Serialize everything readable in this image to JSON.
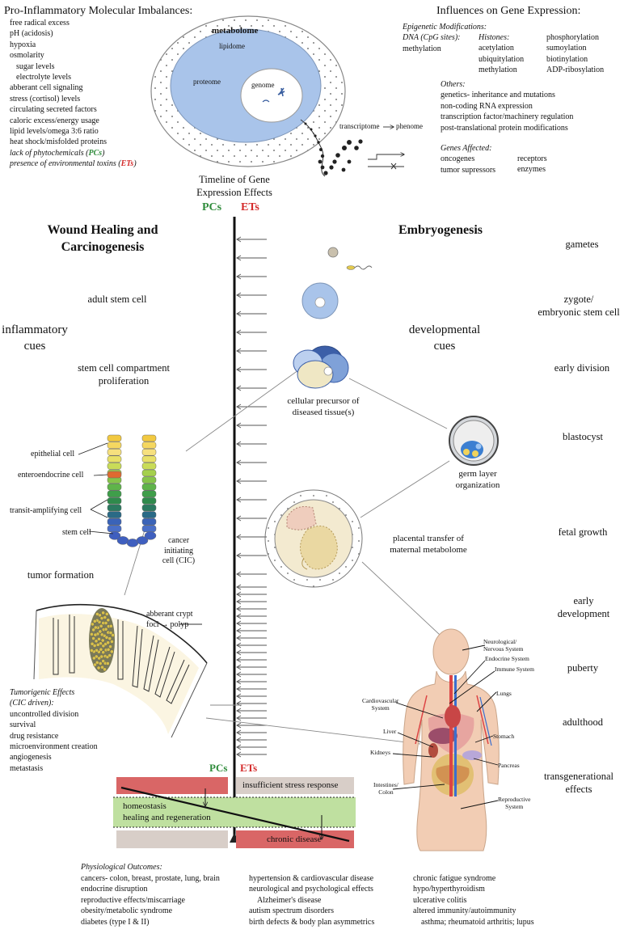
{
  "pro_inflammatory": {
    "title": "Pro-Inflammatory Molecular Imbalances:",
    "items": [
      "free radical excess",
      "pH (acidosis)",
      "hypoxia",
      "osmolarity",
      "sugar levels",
      "electrolyte levels",
      "abberant cell signaling",
      "stress (cortisol) levels",
      "circulating secreted factors",
      "caloric excess/energy usage",
      "lipid levels/omega 3:6 ratio",
      "heat shock/misfolded proteins"
    ],
    "pc_line_pre": "lack of phytochemicals (",
    "pc_abbr": "PCs",
    "pc_line_post": ")",
    "et_line_pre": "presence of environmental toxins (",
    "et_abbr": "ETs",
    "et_line_post": ")"
  },
  "metabolome": {
    "metabolome": "metabolome",
    "lipidome": "lipidome",
    "proteome": "proteome",
    "genome": "genome",
    "transcriptome": "transcriptome",
    "phenome": "phenome"
  },
  "gene_expression": {
    "title": "Influences on Gene Expression:",
    "epigenetic_title": "Epigenetic Modifications:",
    "dna_label": "DNA (CpG sites):",
    "dna_item": "methylation",
    "histones_label": "Histones:",
    "histones_items": [
      "acetylation",
      "ubiquitylation",
      "methylation"
    ],
    "histones_items_right": [
      "phosphorylation",
      "sumoylation",
      "biotinylation",
      "ADP-ribosylation"
    ],
    "others_title": "Others:",
    "others_items": [
      "genetics- inheritance and mutations",
      "non-coding RNA expression",
      "transcription factor/machinery regulation",
      "post-translational protein modifications"
    ],
    "genes_title": "Genes Affected:",
    "genes_items": [
      "oncogenes",
      "tumor supressors"
    ],
    "genes_items_right": [
      "receptors",
      "enzymes"
    ]
  },
  "timeline": {
    "title_line1": "Timeline of Gene",
    "title_line2": "Expression Effects",
    "pcs": "PCs",
    "ets": "ETs"
  },
  "left": {
    "heading_line1": "Wound Healing and",
    "heading_line2": "Carcinogenesis",
    "adult_stem_cell": "adult stem cell",
    "inflammatory_cues_1": "inflammatory",
    "inflammatory_cues_2": "cues",
    "proliferation_1": "stem cell compartment",
    "proliferation_2": "proliferation",
    "epithelial_cell": "epithelial cell",
    "enteroendocrine_cell": "enteroendocrine cell",
    "transit_amplifying_cell": "transit-amplifying cell",
    "stem_cell": "stem cell",
    "cic_1": "cancer",
    "cic_2": "initiating",
    "cic_3": "cell (CIC)",
    "tumor_formation": "tumor formation",
    "crypt_1": "abberant crypt",
    "crypt_2": "foci",
    "polyp": "polyp",
    "tumorigenic_title_1": "Tumorigenic Effects",
    "tumorigenic_title_2": "(CIC driven):",
    "tumorigenic_items": [
      "uncontrolled division",
      "survival",
      "drug resistance",
      "microenvironment creation",
      "angiogenesis",
      "metastasis"
    ]
  },
  "right": {
    "heading": "Embryogenesis",
    "developmental_cues_1": "developmental",
    "developmental_cues_2": "cues",
    "stages": [
      "gametes",
      "zygote/",
      "embryonic stem cell",
      "early division",
      "blastocyst",
      "fetal growth",
      "early",
      "development",
      "puberty",
      "adulthood",
      "transgenerational",
      "effects"
    ],
    "precursor_1": "cellular precursor of",
    "precursor_2": "diseased tissue(s)",
    "germ_1": "germ layer",
    "germ_2": "organization",
    "placental_1": "placental transfer of",
    "placental_2": "maternal metabolome"
  },
  "body_labels": {
    "neuro_1": "Neurological/",
    "neuro_2": "Nervous System",
    "endocrine": "Endocrine System",
    "immune": "Immune System",
    "lungs": "Lungs",
    "cardio_1": "Cardiovascular",
    "cardio_2": "System",
    "liver": "Liver",
    "stomach": "Stomach",
    "kidneys": "Kidneys",
    "pancreas": "Pancreas",
    "intestines_1": "Intestines/",
    "intestines_2": "Colon",
    "reproductive_1": "Reproductive",
    "reproductive_2": "System"
  },
  "balance": {
    "pcs": "PCs",
    "ets": "ETs",
    "insufficient": "insufficient stress response",
    "homeostasis": "homeostasis",
    "healing": "healing and regeneration",
    "chronic": "chronic disease"
  },
  "outcomes": {
    "title": "Physiological Outcomes:",
    "col1": [
      "cancers- colon, breast, prostate, lung, brain",
      "endocrine disruption",
      "reproductive effects/miscarriage",
      "obesity/metabolic syndrome",
      "diabetes (type I & II)"
    ],
    "col2": [
      "hypertension & cardiovascular disease",
      "neurological and psychological effects",
      "Alzheimer's disease",
      "autism spectrum disorders",
      "birth defects & body plan asymmetrics"
    ],
    "col3": [
      "chronic fatigue syndrome",
      "hypo/hyperthyroidism",
      "ulcerative colitis",
      "altered immunity/autoimmunity",
      "asthma; rheumatoid arthritis; lupus"
    ]
  },
  "colors": {
    "pc_green": "#2e8b3a",
    "et_red": "#d42a2a",
    "cell_blue": "#a9c4ea",
    "balance_red": "#d96666",
    "balance_green": "#bfe0a0",
    "balance_gray": "#d8cec8"
  }
}
